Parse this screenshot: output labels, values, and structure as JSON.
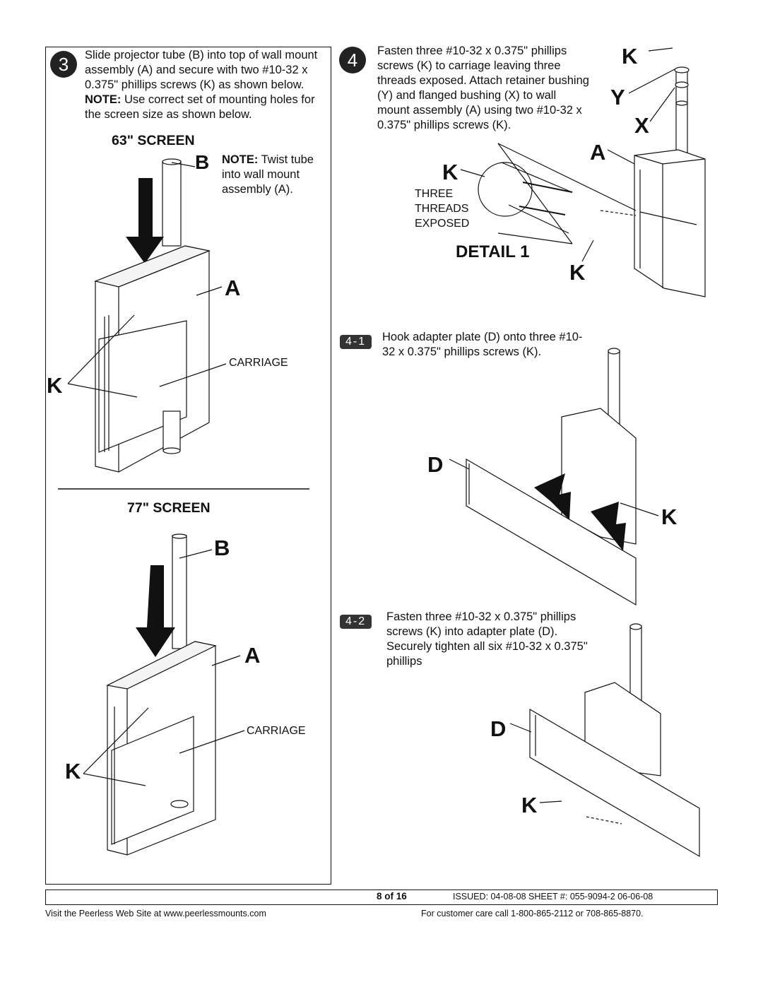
{
  "step3": {
    "number": "3",
    "text": "Slide projector tube (B) into top of wall mount assembly (A) and secure with two #10-32 x 0.375\" phillips screws (K) as shown below.",
    "note_label": "NOTE:",
    "note_text": "Use correct set of mounting holes for the screen size as shown below.",
    "screen63": {
      "heading": "63\" SCREEN",
      "note_label": "NOTE:",
      "note_text": "Twist tube into wall mount assembly (A).",
      "callout_b": "B",
      "callout_a": "A",
      "callout_k": "K",
      "carriage_label": "CARRIAGE"
    },
    "screen77": {
      "heading": "77\" SCREEN",
      "callout_b": "B",
      "callout_a": "A",
      "callout_k": "K",
      "carriage_label": "CARRIAGE"
    }
  },
  "step4": {
    "number": "4",
    "text": "Fasten three #10-32 x 0.375\" phillips screws (K) to carriage leaving three threads exposed. Attach retainer bushing (Y) and flanged bushing (X) to wall mount assembly (A) using two #10-32 x 0.375\" phillips screws (K).",
    "callout_k_top": "K",
    "callout_y": "Y",
    "callout_x": "X",
    "callout_a": "A",
    "detail_k": "K",
    "detail_note": "THREE THREADS EXPOSED",
    "detail_title": "DETAIL 1",
    "callout_k_bottom": "K"
  },
  "step4_1": {
    "label": "4-1",
    "text": "Hook adapter plate (D) onto three #10-32 x 0.375\" phillips screws (K).",
    "callout_d": "D",
    "callout_k": "K"
  },
  "step4_2": {
    "label": "4-2",
    "text": "Fasten three #10-32 x 0.375\" phillips screws (K) into adapter plate (D). Securely tighten all six #10-32 x 0.375\" phillips",
    "callout_d": "D",
    "callout_k": "K"
  },
  "footer": {
    "page": "8 of 16",
    "issued": "ISSUED: 04-08-08 SHEET #: 055-9094-2 06-06-08",
    "website": "Visit the Peerless Web Site at www.peerlessmounts.com",
    "customer_care": "For customer care call 1-800-865-2112 or 708-865-8870."
  }
}
